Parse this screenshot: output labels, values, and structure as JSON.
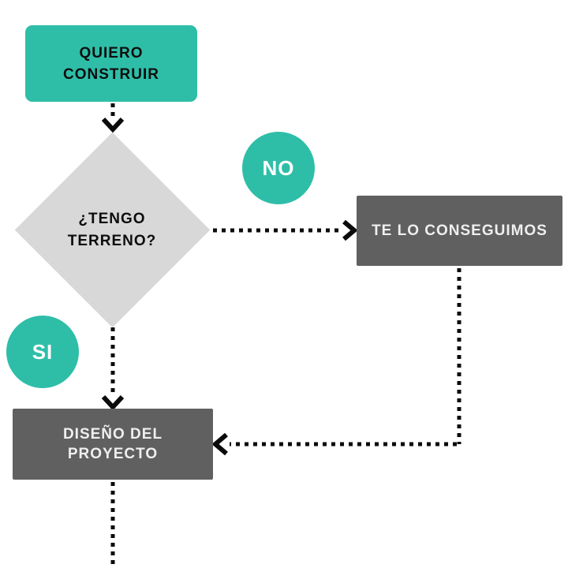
{
  "diagram": {
    "type": "flowchart",
    "language": "es",
    "nodes": {
      "start": {
        "id": "start",
        "shape": "rounded-rect",
        "label": "QUIERO CONSTRUIR",
        "fill": "#2EBEA8",
        "text_color": "#0D0D0D"
      },
      "decision": {
        "id": "decision",
        "shape": "diamond",
        "label": "¿TENGO TERRENO?",
        "fill": "#D8D8D8",
        "text_color": "#0D0D0D"
      },
      "no_badge": {
        "id": "no_badge",
        "shape": "circle",
        "label": "NO",
        "fill": "#2EBEA8",
        "text_color": "#FFFFFF"
      },
      "si_badge": {
        "id": "si_badge",
        "shape": "circle",
        "label": "SI",
        "fill": "#2EBEA8",
        "text_color": "#FFFFFF"
      },
      "conseguimos": {
        "id": "conseguimos",
        "shape": "rect",
        "label": "TE LO CONSEGUIMOS",
        "fill": "#606060",
        "text_color": "#EFEFEF"
      },
      "diseno": {
        "id": "diseno",
        "shape": "rect",
        "label": "DISEÑO DEL PROYECTO",
        "fill": "#606060",
        "text_color": "#EFEFEF"
      }
    },
    "edges": [
      {
        "from": "start",
        "to": "decision",
        "style": "dotted-arrow",
        "label": ""
      },
      {
        "from": "decision",
        "to": "conseguimos",
        "style": "dotted-arrow",
        "label": "NO"
      },
      {
        "from": "decision",
        "to": "diseno",
        "style": "dotted-arrow",
        "label": "SI"
      },
      {
        "from": "conseguimos",
        "to": "diseno",
        "style": "dotted-arrow",
        "label": ""
      },
      {
        "from": "diseno",
        "to": "offscreen-below",
        "style": "dotted-line",
        "label": ""
      }
    ],
    "colors": {
      "accent_teal": "#2EBEA8",
      "diamond_gray": "#D8D8D8",
      "box_dark_gray": "#606060",
      "connector_black": "#0B0B0B",
      "background": "#FFFFFF"
    }
  }
}
